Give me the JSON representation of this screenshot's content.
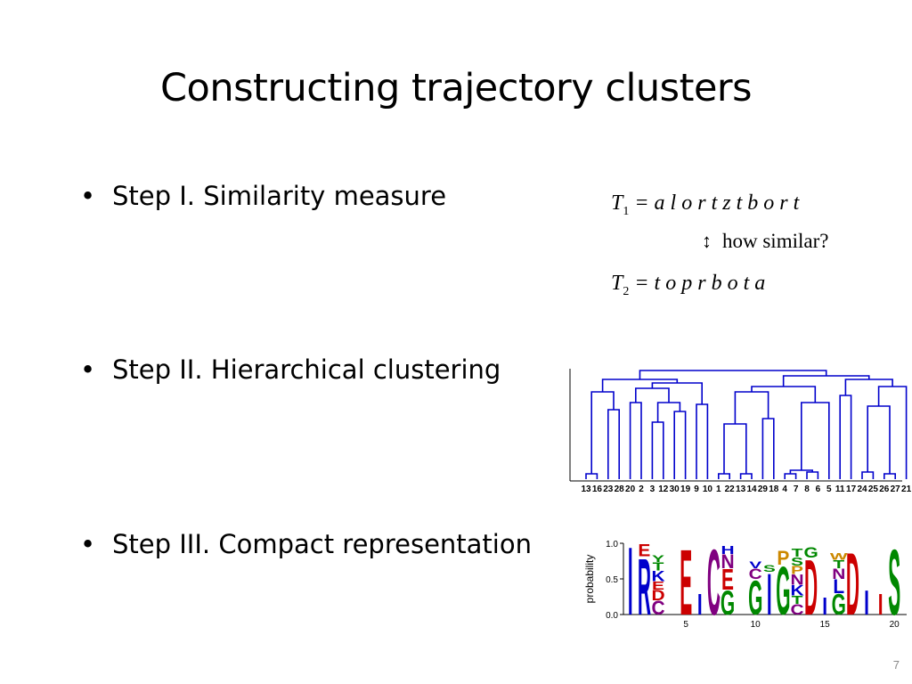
{
  "slide": {
    "title": "Constructing trajectory clusters",
    "page_number": "7"
  },
  "bullets": [
    {
      "marker": "•",
      "text": "Step I. Similarity measure"
    },
    {
      "marker": "•",
      "text": "Step II. Hierarchical clustering"
    },
    {
      "marker": "•",
      "text": "Step III. Compact representation"
    }
  ],
  "similarity": {
    "t1_symbol": "T",
    "t1_sub": "1",
    "t1_seq": "= a l o r t z t b o r t",
    "relation": "how similar?",
    "t2_symbol": "T",
    "t2_sub": "2",
    "t2_seq": "= t o p r b o t a"
  },
  "dendrogram": {
    "leaf_labels": [
      "13",
      "16",
      "23",
      "28",
      "20",
      "2",
      "3",
      "12",
      "30",
      "19",
      "9",
      "10",
      "1",
      "22",
      "13",
      "14",
      "29",
      "18",
      "4",
      "7",
      "8",
      "6",
      "5",
      "11",
      "17",
      "24",
      "25",
      "26",
      "27",
      "21"
    ],
    "line_color": "#0000cc"
  },
  "logo": {
    "ylabel": "probability",
    "yticks": [
      "1.0",
      "0.5",
      "0.0"
    ],
    "xticks": [
      "5",
      "10",
      "15",
      "20"
    ],
    "columns": [
      {
        "pos": 1,
        "letters": [
          {
            "ch": "I",
            "color": "#0000cc",
            "h": 0.98
          }
        ]
      },
      {
        "pos": 2,
        "letters": [
          {
            "ch": "R",
            "color": "#0000cc",
            "h": 0.82
          },
          {
            "ch": "E",
            "color": "#cc0000",
            "h": 0.18
          }
        ]
      },
      {
        "pos": 3,
        "letters": [
          {
            "ch": "C",
            "color": "#800080",
            "h": 0.2
          },
          {
            "ch": "D",
            "color": "#cc0000",
            "h": 0.15
          },
          {
            "ch": "E",
            "color": "#cc0000",
            "h": 0.12
          },
          {
            "ch": "K",
            "color": "#0000cc",
            "h": 0.15
          },
          {
            "ch": "T",
            "color": "#008800",
            "h": 0.12
          },
          {
            "ch": "Y",
            "color": "#008800",
            "h": 0.1
          }
        ]
      },
      {
        "pos": 4,
        "letters": [
          {
            "ch": "",
            "color": "#000000",
            "h": 0.0
          }
        ]
      },
      {
        "pos": 5,
        "letters": [
          {
            "ch": "E",
            "color": "#cc0000",
            "h": 0.95
          }
        ]
      },
      {
        "pos": 6,
        "letters": [
          {
            "ch": "I",
            "color": "#0000cc",
            "h": 0.3
          }
        ]
      },
      {
        "pos": 7,
        "letters": [
          {
            "ch": "C",
            "color": "#800080",
            "h": 0.95
          }
        ]
      },
      {
        "pos": 8,
        "letters": [
          {
            "ch": "G",
            "color": "#008800",
            "h": 0.35
          },
          {
            "ch": "E",
            "color": "#cc0000",
            "h": 0.3
          },
          {
            "ch": "N",
            "color": "#800080",
            "h": 0.2
          },
          {
            "ch": "H",
            "color": "#0000cc",
            "h": 0.12
          }
        ]
      },
      {
        "pos": 9,
        "letters": [
          {
            "ch": "",
            "color": "#000000",
            "h": 0.0
          }
        ]
      },
      {
        "pos": 10,
        "letters": [
          {
            "ch": "G",
            "color": "#008800",
            "h": 0.5
          },
          {
            "ch": "C",
            "color": "#800080",
            "h": 0.15
          },
          {
            "ch": "V",
            "color": "#0000cc",
            "h": 0.1
          }
        ]
      },
      {
        "pos": 11,
        "letters": [
          {
            "ch": "I",
            "color": "#0000cc",
            "h": 0.6
          },
          {
            "ch": "S",
            "color": "#008800",
            "h": 0.1
          }
        ]
      },
      {
        "pos": 12,
        "letters": [
          {
            "ch": "G",
            "color": "#008800",
            "h": 0.7
          },
          {
            "ch": "P",
            "color": "#cc8800",
            "h": 0.2
          }
        ]
      },
      {
        "pos": 13,
        "letters": [
          {
            "ch": "C",
            "color": "#800080",
            "h": 0.15
          },
          {
            "ch": "T",
            "color": "#008800",
            "h": 0.12
          },
          {
            "ch": "K",
            "color": "#0000cc",
            "h": 0.15
          },
          {
            "ch": "N",
            "color": "#800080",
            "h": 0.15
          },
          {
            "ch": "P",
            "color": "#cc8800",
            "h": 0.12
          },
          {
            "ch": "S",
            "color": "#008800",
            "h": 0.12
          },
          {
            "ch": "T",
            "color": "#008800",
            "h": 0.12
          }
        ]
      },
      {
        "pos": 14,
        "letters": [
          {
            "ch": "D",
            "color": "#cc0000",
            "h": 0.8
          },
          {
            "ch": "G",
            "color": "#008800",
            "h": 0.15
          }
        ]
      },
      {
        "pos": 15,
        "letters": [
          {
            "ch": "I",
            "color": "#0000cc",
            "h": 0.25
          }
        ]
      },
      {
        "pos": 16,
        "letters": [
          {
            "ch": "G",
            "color": "#008800",
            "h": 0.3
          },
          {
            "ch": "L",
            "color": "#0000cc",
            "h": 0.2
          },
          {
            "ch": "N",
            "color": "#800080",
            "h": 0.15
          },
          {
            "ch": "T",
            "color": "#008800",
            "h": 0.12
          },
          {
            "ch": "W",
            "color": "#cc8800",
            "h": 0.1
          }
        ]
      },
      {
        "pos": 17,
        "letters": [
          {
            "ch": "D",
            "color": "#cc0000",
            "h": 0.9
          }
        ]
      },
      {
        "pos": 18,
        "letters": [
          {
            "ch": "I",
            "color": "#0000cc",
            "h": 0.35
          }
        ]
      },
      {
        "pos": 19,
        "letters": [
          {
            "ch": "I",
            "color": "#cc0000",
            "h": 0.3
          }
        ]
      },
      {
        "pos": 20,
        "letters": [
          {
            "ch": "S",
            "color": "#008800",
            "h": 0.95
          }
        ]
      }
    ]
  }
}
